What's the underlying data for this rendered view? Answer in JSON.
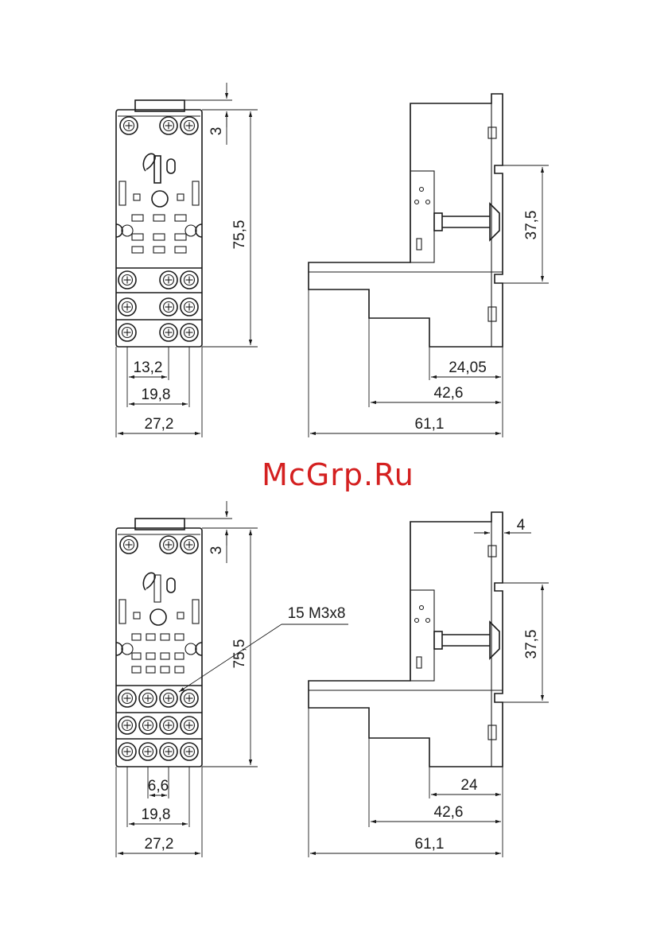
{
  "watermark": "McGrp.Ru",
  "top": {
    "front": {
      "height": "75,5",
      "top_gap": "3",
      "inner": "13,2",
      "mid": "19,8",
      "outer": "27,2"
    },
    "side": {
      "rail": "37,5",
      "d1": "24,05",
      "d2": "42,6",
      "d3": "61,1"
    }
  },
  "bottom": {
    "front": {
      "height": "75,5",
      "top_gap": "3",
      "inner": "6,6",
      "mid": "19,8",
      "outer": "27,2",
      "screws": "15 M3x8"
    },
    "side": {
      "offset": "4",
      "rail": "37,5",
      "d1": "24",
      "d2": "42,6",
      "d3": "61,1"
    }
  }
}
